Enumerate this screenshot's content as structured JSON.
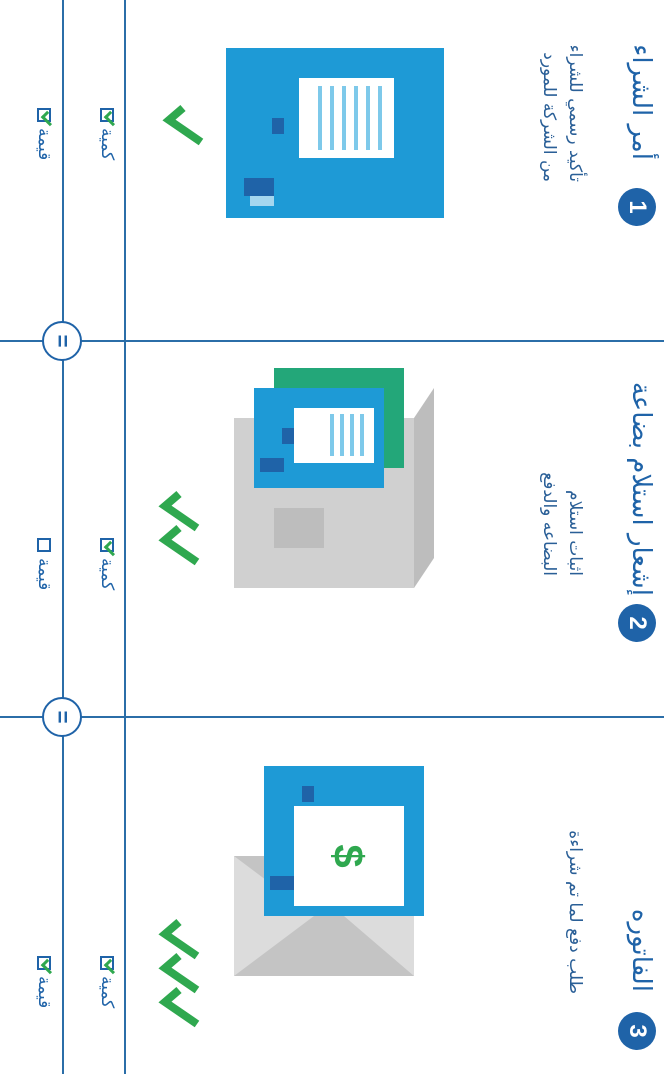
{
  "steps": [
    {
      "number": "1",
      "title": "أمر الشراء",
      "desc_line1": "تأكيد رسمي للشراء",
      "desc_line2": "من الشركة للمورد",
      "checks": 1,
      "quantity_label": "كمية",
      "value_label": "قيمة",
      "quantity_checked": true,
      "value_checked": true,
      "illustration": "purchase-order-document"
    },
    {
      "number": "2",
      "title": "إشعار استلام بضاعة",
      "desc_line1": "اثبات استلام",
      "desc_line2": "البضاعه والدفع",
      "checks": 2,
      "quantity_label": "كمية",
      "value_label": "قيمة",
      "quantity_checked": true,
      "value_checked": false,
      "illustration": "goods-receipt-box"
    },
    {
      "number": "3",
      "title": "الفاتوره",
      "desc_line1": "طلب دفع لما تم شراءة",
      "desc_line2": "",
      "checks": 3,
      "quantity_label": "كمية",
      "value_label": "قيمة",
      "quantity_checked": true,
      "value_checked": true,
      "illustration": "invoice-envelope-dollar"
    }
  ],
  "equals_symbol": "=",
  "colors": {
    "primary_blue": "#1f63a8",
    "doc_blue": "#1e9ad6",
    "check_green": "#2fa84f",
    "teal_green": "#23a779",
    "box_grey": "#c8c8c8"
  }
}
